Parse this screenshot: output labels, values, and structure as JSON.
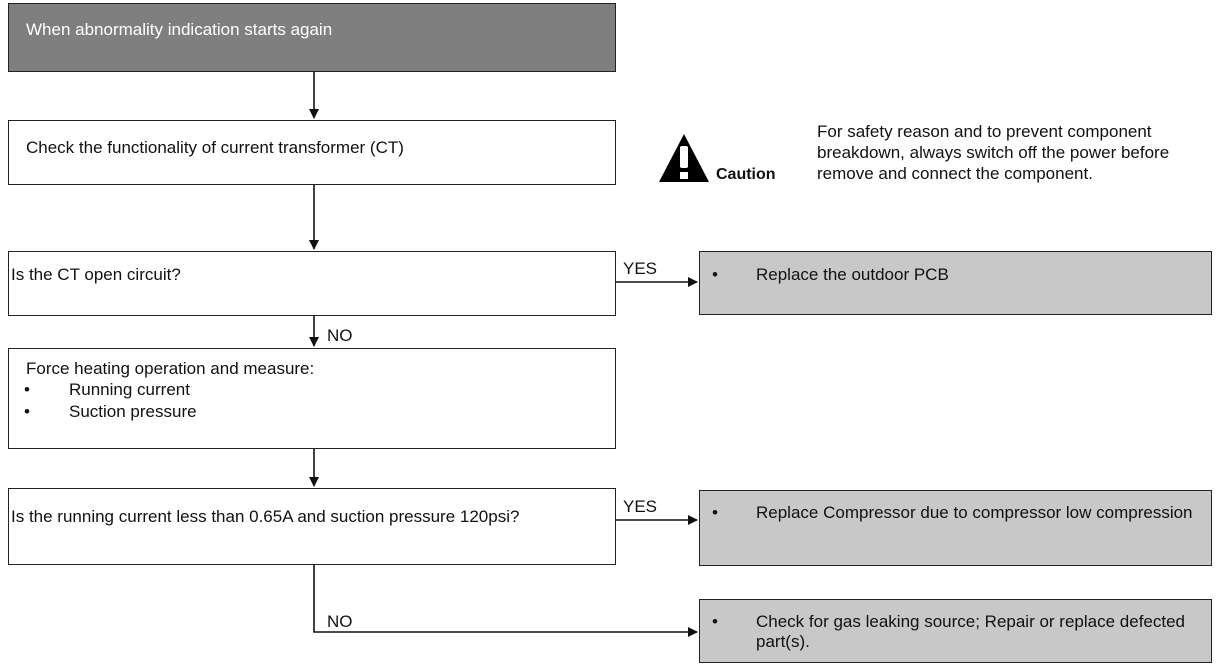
{
  "start": {
    "label": "When abnormality indication starts again"
  },
  "step1": {
    "label": "Check the functionality of current transformer (CT)"
  },
  "caution": {
    "word": "Caution",
    "note": "For safety reason and to prevent component breakdown, always switch off the power before remove and connect the component."
  },
  "q1": {
    "label": "Is the CT open circuit?",
    "yes_label": "YES",
    "no_label": "NO",
    "yes_action": {
      "bullet": "•",
      "text": "Replace the outdoor PCB"
    }
  },
  "step2": {
    "title": "Force heating operation and measure:",
    "items": [
      {
        "bullet": "•",
        "text": "Running current"
      },
      {
        "bullet": "•",
        "text": "Suction pressure"
      }
    ]
  },
  "q2": {
    "label": "Is the running current less than 0.65A and suction pressure 120psi?",
    "yes_label": "YES",
    "no_label": "NO",
    "yes_action": {
      "bullet": "•",
      "text": "Replace Compressor due to compressor low compression"
    },
    "no_action": {
      "bullet": "•",
      "text": "Check for gas leaking source; Repair or replace defected part(s)."
    }
  },
  "colors": {
    "start_fill": "#7f7f7f",
    "action_fill": "#c8c8c8",
    "line": "#222222"
  }
}
